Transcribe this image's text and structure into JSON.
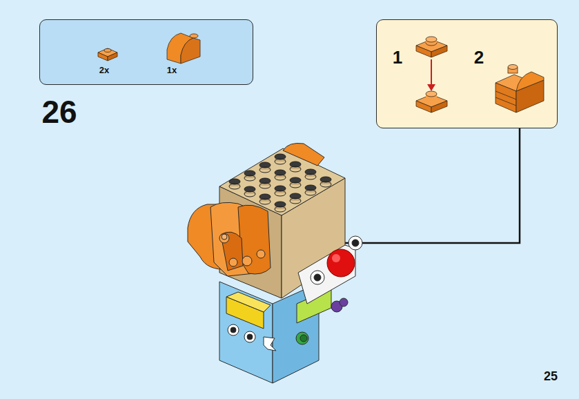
{
  "diagram": {
    "nodes": [
      {
        "text": [
          "2x",
          "1x"
        ]
      },
      {
        "text": [
          "1",
          "2"
        ]
      }
    ],
    "labels": [
      "26",
      "25"
    ]
  }
}
